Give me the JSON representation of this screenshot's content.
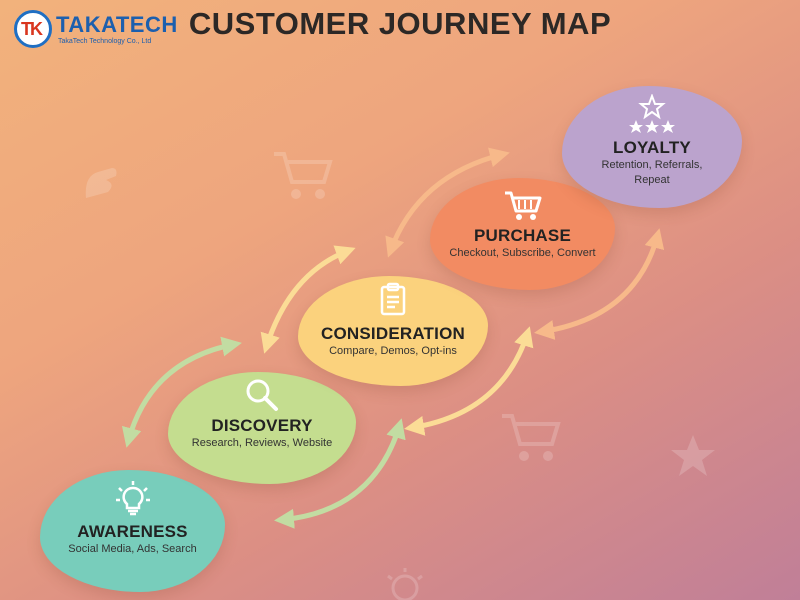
{
  "logo": {
    "name": "TAKATECH",
    "tagline": "TakaTech Technology Co., Ltd",
    "mark_text": "TK"
  },
  "title": "CUSTOMER JOURNEY MAP",
  "stages": [
    {
      "title": "AWARENESS",
      "description": "Social Media, Ads, Search",
      "icon": "lightbulb-icon",
      "color": "#78cdbb"
    },
    {
      "title": "DISCOVERY",
      "description": "Research, Reviews, Website",
      "icon": "magnifier-icon",
      "color": "#c4dd8f"
    },
    {
      "title": "CONSIDERATION",
      "description": "Compare, Demos, Opt-ins",
      "icon": "clipboard-icon",
      "color": "#fbd27d"
    },
    {
      "title": "PURCHASE",
      "description": "Checkout, Subscribe, Convert",
      "icon": "cart-icon",
      "color": "#f28b62"
    },
    {
      "title": "LOYALTY",
      "description": "Retention, Referrals, Repeat",
      "icon": "stars-icon",
      "color": "#bba3cd"
    }
  ],
  "colors": {
    "title": "#2c2826",
    "arrow_green": "#c2dca2",
    "arrow_yellow": "#fbdc96",
    "arrow_orange": "#f7b98a"
  }
}
